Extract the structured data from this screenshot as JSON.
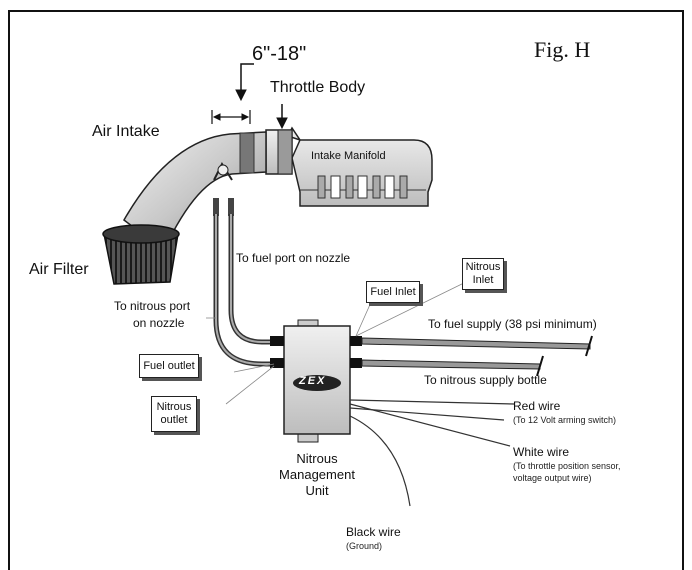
{
  "figure": {
    "title": "Fig. H"
  },
  "labels": {
    "distance": "6\"-18\"",
    "throttle_body": "Throttle Body",
    "air_intake": "Air Intake",
    "intake_manifold": "Intake Manifold",
    "air_filter": "Air Filter",
    "fuel_port": "To fuel port on nozzle",
    "nitrous_port_1": "To nitrous port",
    "nitrous_port_2": "on nozzle",
    "fuel_supply": "To fuel supply  (38 psi minimum)",
    "nitrous_supply": "To nitrous supply bottle",
    "red_wire": "Red wire",
    "red_wire_note": "(To 12 Volt arming switch)",
    "white_wire": "White wire",
    "white_wire_note_1": "(To throttle position sensor,",
    "white_wire_note_2": "voltage output wire)",
    "black_wire": "Black wire",
    "black_wire_note": "(Ground)",
    "unit_1": "Nitrous",
    "unit_2": "Management",
    "unit_3": "Unit",
    "zex_logo": "ZEX"
  },
  "callouts": {
    "fuel_inlet": "Fuel Inlet",
    "nitrous_inlet_1": "Nitrous",
    "nitrous_inlet_2": "Inlet",
    "fuel_outlet": "Fuel outlet",
    "nitrous_outlet_1": "Nitrous",
    "nitrous_outlet_2": "outlet"
  }
}
